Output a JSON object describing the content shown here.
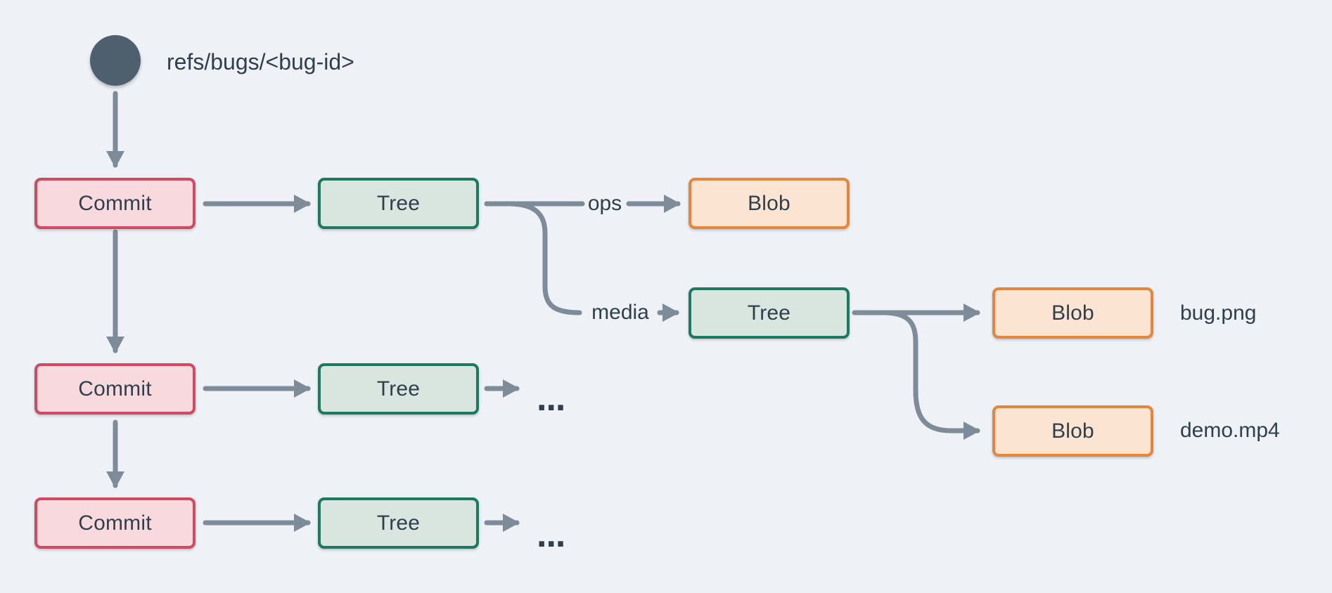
{
  "diagram": {
    "title_hint": "git object graph for a bug ref",
    "colors": {
      "background": "#eef1f5",
      "node_text": "#2f3f4c",
      "label_text": "#2f3f4c",
      "arrow": "#7e8c99",
      "ref_circle": "#4e5f6d",
      "commit_fill": "#f8d9de",
      "commit_border": "#d14a61",
      "tree_fill": "#d8e6df",
      "tree_border": "#1c7a5e",
      "blob_fill": "#fbe5d2",
      "blob_border": "#e6863c"
    },
    "ref": {
      "label": "refs/bugs/<bug-id>"
    },
    "nodes": {
      "commit1": {
        "label": "Commit"
      },
      "commit2": {
        "label": "Commit"
      },
      "commit3": {
        "label": "Commit"
      },
      "tree_root": {
        "label": "Tree"
      },
      "tree_row2": {
        "label": "Tree"
      },
      "tree_row3": {
        "label": "Tree"
      },
      "tree_media": {
        "label": "Tree"
      },
      "blob_ops": {
        "label": "Blob"
      },
      "blob_bug": {
        "label": "Blob"
      },
      "blob_demo": {
        "label": "Blob"
      }
    },
    "edge_labels": {
      "ops": "ops",
      "media": "media"
    },
    "file_labels": {
      "bug_png": "bug.png",
      "demo_mp4": "demo.mp4"
    },
    "ellipsis": "..."
  }
}
